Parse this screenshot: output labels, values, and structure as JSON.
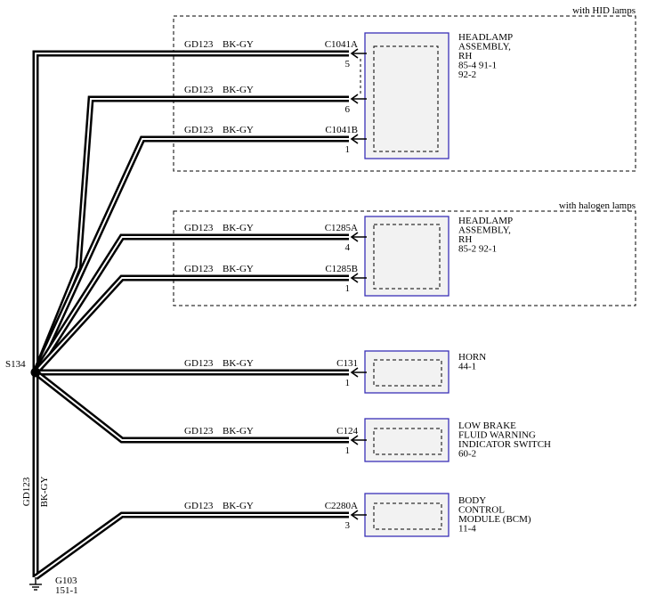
{
  "splice": {
    "label": "S134"
  },
  "ground": {
    "label": "G103",
    "ref": "151-1"
  },
  "trunk": {
    "circuit": "GD123",
    "color": "BK-GY"
  },
  "groups": [
    {
      "label": "with HID lamps"
    },
    {
      "label": "with halogen lamps"
    }
  ],
  "wires": [
    {
      "circuit": "GD123",
      "color": "BK-GY",
      "connector": "C1041A",
      "pin": "5"
    },
    {
      "circuit": "GD123",
      "color": "BK-GY",
      "connector": "",
      "pin": "6"
    },
    {
      "circuit": "GD123",
      "color": "BK-GY",
      "connector": "C1041B",
      "pin": "1"
    },
    {
      "circuit": "GD123",
      "color": "BK-GY",
      "connector": "C1285A",
      "pin": "4"
    },
    {
      "circuit": "GD123",
      "color": "BK-GY",
      "connector": "C1285B",
      "pin": "1"
    },
    {
      "circuit": "GD123",
      "color": "BK-GY",
      "connector": "C131",
      "pin": "1"
    },
    {
      "circuit": "GD123",
      "color": "BK-GY",
      "connector": "C124",
      "pin": "1"
    },
    {
      "circuit": "GD123",
      "color": "BK-GY",
      "connector": "C2280A",
      "pin": "3"
    }
  ],
  "components": [
    {
      "lines": [
        "HEADLAMP",
        "ASSEMBLY,",
        "RH",
        "85-4    91-1",
        "92-2"
      ]
    },
    {
      "lines": [
        "HEADLAMP",
        "ASSEMBLY,",
        "RH",
        "85-2    92-1"
      ]
    },
    {
      "lines": [
        "HORN",
        "44-1"
      ]
    },
    {
      "lines": [
        "LOW BRAKE",
        "FLUID WARNING",
        "INDICATOR SWITCH",
        "60-2"
      ]
    },
    {
      "lines": [
        "BODY",
        "CONTROL",
        "MODULE (BCM)",
        "11-4"
      ]
    }
  ]
}
